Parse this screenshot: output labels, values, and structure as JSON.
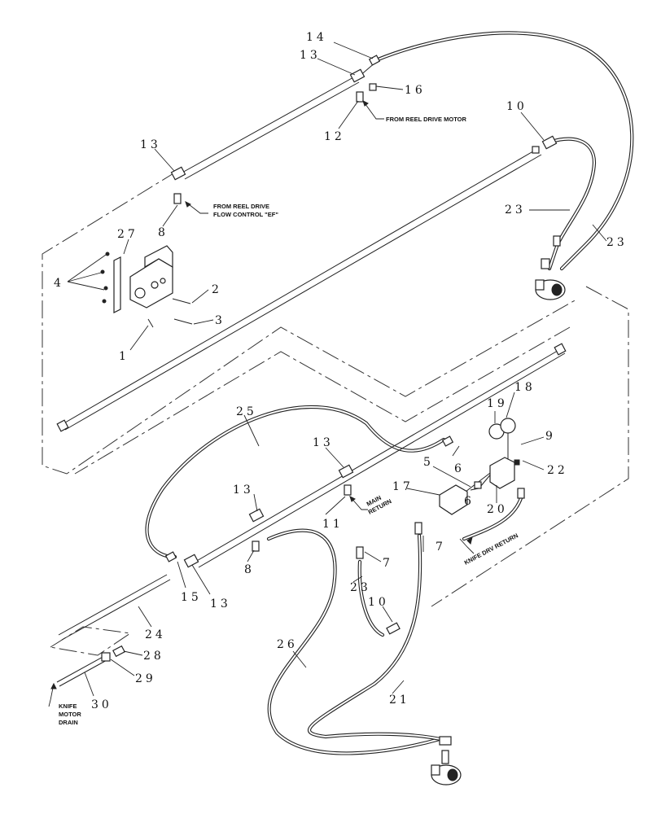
{
  "callouts": [
    {
      "id": "c14",
      "text": "14"
    },
    {
      "id": "c13a",
      "text": "13"
    },
    {
      "id": "c16",
      "text": "16"
    },
    {
      "id": "c12",
      "text": "12"
    },
    {
      "id": "c10a",
      "text": "10"
    },
    {
      "id": "c13b",
      "text": "13"
    },
    {
      "id": "c8a",
      "text": "8"
    },
    {
      "id": "c23a",
      "text": "23"
    },
    {
      "id": "c23b",
      "text": "23"
    },
    {
      "id": "c27",
      "text": "27"
    },
    {
      "id": "c4",
      "text": "4"
    },
    {
      "id": "c2",
      "text": "2"
    },
    {
      "id": "c3",
      "text": "3"
    },
    {
      "id": "c1",
      "text": "1"
    },
    {
      "id": "c25",
      "text": "25"
    },
    {
      "id": "c13c",
      "text": "13"
    },
    {
      "id": "c19",
      "text": "19"
    },
    {
      "id": "c18",
      "text": "18"
    },
    {
      "id": "c9",
      "text": "9"
    },
    {
      "id": "c22",
      "text": "22"
    },
    {
      "id": "c5",
      "text": "5"
    },
    {
      "id": "c6a",
      "text": "6"
    },
    {
      "id": "c17",
      "text": "17"
    },
    {
      "id": "c11",
      "text": "11"
    },
    {
      "id": "c6b",
      "text": "6"
    },
    {
      "id": "c20",
      "text": "20"
    },
    {
      "id": "c13d",
      "text": "13"
    },
    {
      "id": "c7a",
      "text": "7"
    },
    {
      "id": "c7b",
      "text": "7"
    },
    {
      "id": "c8b",
      "text": "8"
    },
    {
      "id": "c15",
      "text": "15"
    },
    {
      "id": "c13e",
      "text": "13"
    },
    {
      "id": "c23c",
      "text": "23"
    },
    {
      "id": "c24",
      "text": "24"
    },
    {
      "id": "c10b",
      "text": "10"
    },
    {
      "id": "c28",
      "text": "28"
    },
    {
      "id": "c29",
      "text": "29"
    },
    {
      "id": "c26",
      "text": "26"
    },
    {
      "id": "c21",
      "text": "21"
    },
    {
      "id": "c30",
      "text": "30"
    }
  ],
  "notes": {
    "from_reel_drive_motor": "FROM REEL DRIVE MOTOR",
    "from_reel_drive_line1": "FROM REEL DRIVE",
    "from_reel_drive_line2": "FLOW CONTROL \"EF\"",
    "main_return_line1": "MAIN",
    "main_return_line2": "RETURN",
    "knife_drv_return": "KNIFE DRV RETURN",
    "knife_motor_drain_line1": "KNIFE",
    "knife_motor_drain_line2": "MOTOR",
    "knife_motor_drain_line3": "DRAIN"
  }
}
